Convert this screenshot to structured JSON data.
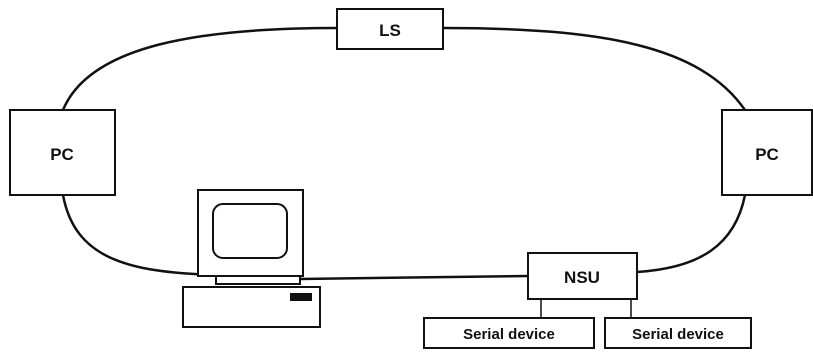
{
  "diagram": {
    "nodes": {
      "ls": "LS",
      "pc_left": "PC",
      "pc_right": "PC",
      "nsu": "NSU",
      "serial_device_1": "Serial device",
      "serial_device_2": "Serial device"
    },
    "icons": {
      "workstation": "computer-workstation-icon"
    },
    "colors": {
      "line": "#111111",
      "background": "#ffffff"
    }
  }
}
